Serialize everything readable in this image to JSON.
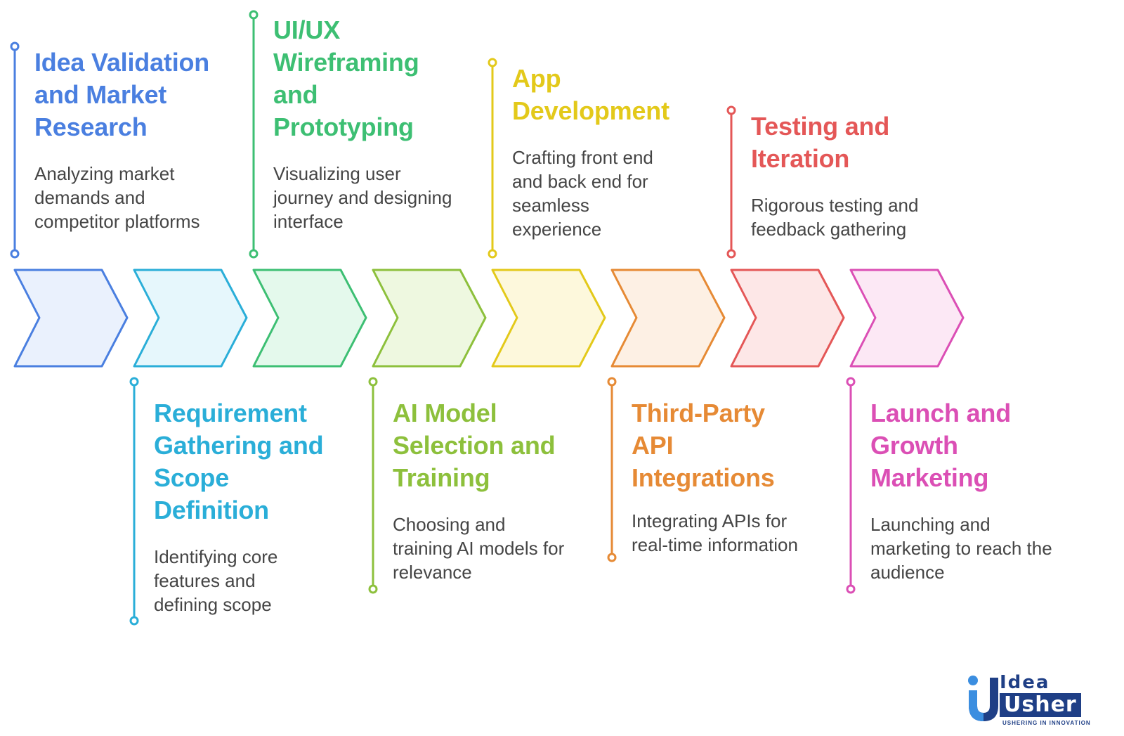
{
  "steps": [
    {
      "title": "Idea Validation and Market Research",
      "description": "Analyzing market demands and competitor platforms",
      "position": "top",
      "color": "#4a7fe0",
      "fill": "#eaf1fd"
    },
    {
      "title": "Requirement Gathering and Scope Definition",
      "description": "Identifying core features and defining scope",
      "position": "bottom",
      "color": "#2aaed8",
      "fill": "#e6f7fc"
    },
    {
      "title": "UI/UX Wireframing and Prototyping",
      "description": "Visualizing user journey and designing interface",
      "position": "top",
      "color": "#3dbf73",
      "fill": "#e4f9ec"
    },
    {
      "title": "AI Model Selection and Training",
      "description": "Choosing and training AI models for relevance",
      "position": "bottom",
      "color": "#8dc03c",
      "fill": "#eef8e0"
    },
    {
      "title": "App Development",
      "description": "Crafting front end and back end for seamless experience",
      "position": "top",
      "color": "#e3c91a",
      "fill": "#fdf8dc"
    },
    {
      "title": "Third-Party API Integrations",
      "description": "Integrating APIs for real-time information",
      "position": "bottom",
      "color": "#e68a35",
      "fill": "#fdf0e4"
    },
    {
      "title": "Testing and Iteration",
      "description": "Rigorous testing and feedback gathering",
      "position": "top",
      "color": "#e45757",
      "fill": "#fde7e7"
    },
    {
      "title": "Launch and Growth Marketing",
      "description": "Launching and marketing to reach the audience",
      "position": "bottom",
      "color": "#db4fb5",
      "fill": "#fce8f5"
    }
  ],
  "logo": {
    "line1": "Idea",
    "line2": "Usher",
    "tagline": "USHERING IN INNOVATION",
    "color": "#1f3f86",
    "accent": "#3b8ee0"
  }
}
